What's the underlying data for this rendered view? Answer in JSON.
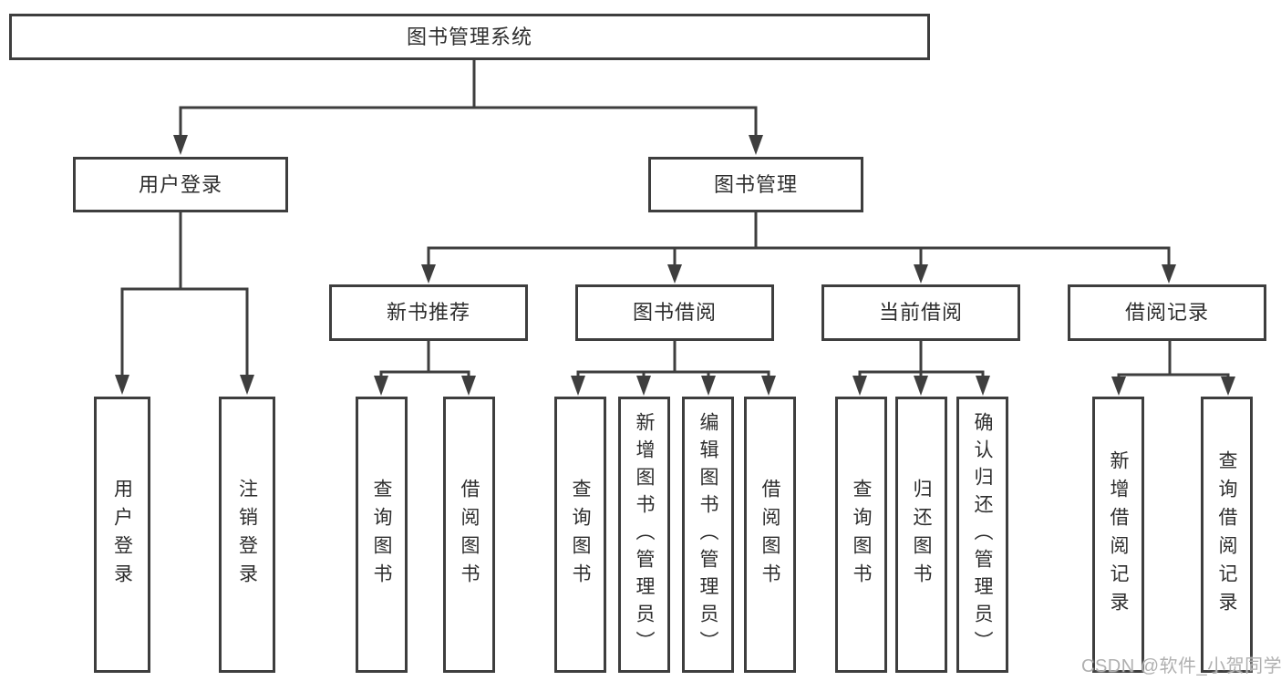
{
  "colors": {
    "line": "#3e3e3e",
    "text": "#2e2e2e",
    "box_bg": "#ffffff",
    "watermark": "#b0b0b0"
  },
  "watermark": {
    "text": "CSDN @软件_小贺同学"
  },
  "tree": {
    "root": {
      "label": "图书管理系统"
    },
    "branches": [
      {
        "label": "用户登录",
        "children": [
          {
            "label": "用户登录"
          },
          {
            "label": "注销登录"
          }
        ]
      },
      {
        "label": "图书管理",
        "children": [
          {
            "label": "新书推荐",
            "children": [
              {
                "label": "查询图书"
              },
              {
                "label": "借阅图书"
              }
            ]
          },
          {
            "label": "图书借阅",
            "children": [
              {
                "label": "查询图书"
              },
              {
                "label": "新增图书（管理员）"
              },
              {
                "label": "编辑图书（管理员）"
              },
              {
                "label": "借阅图书"
              }
            ]
          },
          {
            "label": "当前借阅",
            "children": [
              {
                "label": "查询图书"
              },
              {
                "label": "归还图书"
              },
              {
                "label": "确认归还（管理员）"
              }
            ]
          },
          {
            "label": "借阅记录",
            "children": [
              {
                "label": "新增借阅记录"
              },
              {
                "label": "查询借阅记录"
              }
            ]
          }
        ]
      }
    ]
  }
}
